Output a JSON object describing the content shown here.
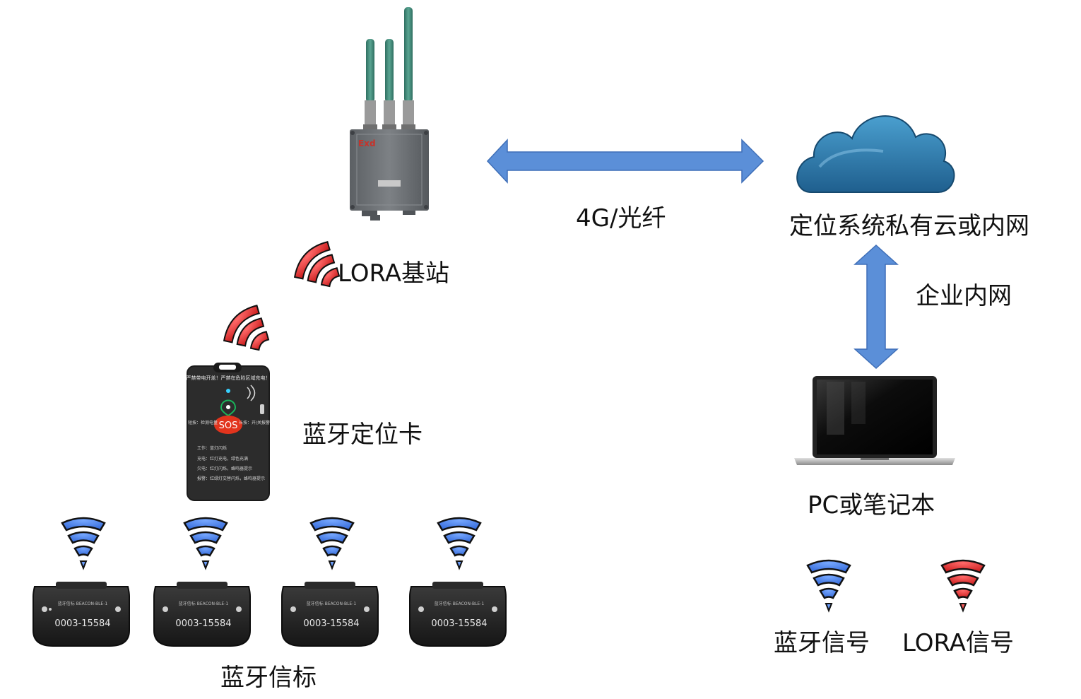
{
  "labels": {
    "base_station": "LORA基站",
    "link_4g": "4G/光纤",
    "cloud": "定位系统私有云或内网",
    "intranet": "企业内网",
    "bt_card": "蓝牙定位卡",
    "pc": "PC或笔记本",
    "beacons": "蓝牙信标"
  },
  "legend": {
    "bluetooth": "蓝牙信号",
    "lora": "LORA信号"
  },
  "device_text": {
    "enclosure_mark": "Exd",
    "card_warning": "严禁带电开盖！严禁在危险区域充电！",
    "sos": "SOS",
    "card_left_note": "短按：检测电量",
    "card_right_note": "长按：开/关报警",
    "card_lines": [
      "工作：蓝灯闪烁",
      "充电：红灯充电，绿色充满",
      "欠电：红灯闪烁，蜂鸣器提示",
      "报警：红绿灯交替闪烁，蜂鸣器提示"
    ],
    "beacon_model": "蓝牙信标 BEACON-BLE-1",
    "beacon_serial": "0003-15584"
  },
  "icons": [
    "antenna-icon",
    "cloud-icon",
    "laptop-icon",
    "bluetooth-signal-icon",
    "lora-signal-icon",
    "double-arrow-icon"
  ],
  "colors": {
    "arrow": "#5b8fd8",
    "bluetooth": "#3f77e0",
    "lora": "#d42a2a",
    "cloud": "#2f7fb0",
    "enclosure": "#6e7276",
    "antenna": "#3f8a78"
  }
}
